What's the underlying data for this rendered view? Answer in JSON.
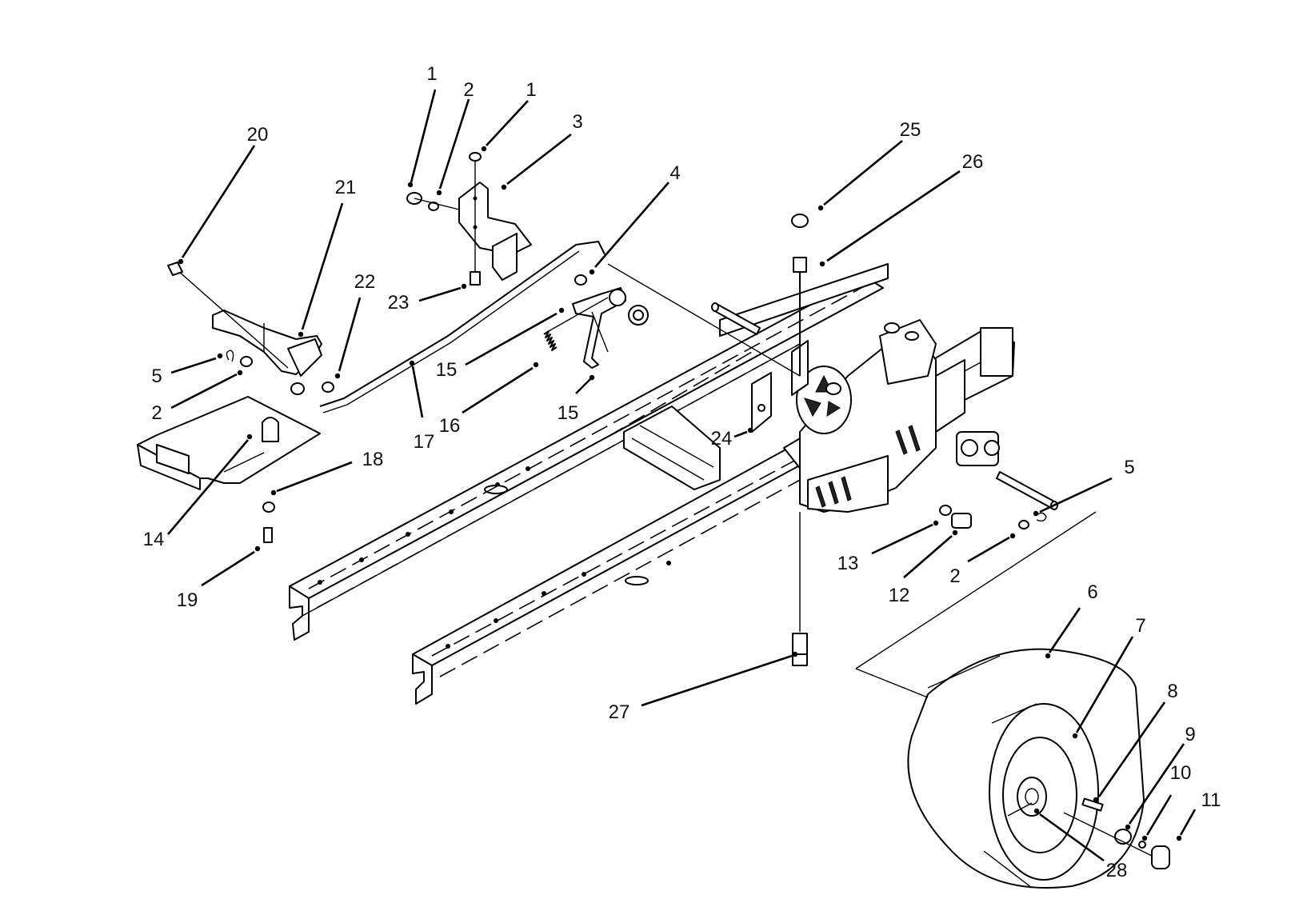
{
  "callouts": {
    "c1a": "1",
    "c2a": "2",
    "c1b": "1",
    "c3": "3",
    "c20": "20",
    "c21": "21",
    "c4": "4",
    "c25": "25",
    "c26": "26",
    "c22": "22",
    "c23": "23",
    "c5a": "5",
    "c15a": "15",
    "c2b": "2",
    "c16": "16",
    "c15b": "15",
    "c17": "17",
    "c24": "24",
    "c18": "18",
    "c14": "14",
    "c19": "19",
    "c5b": "5",
    "c13": "13",
    "c12": "12",
    "c2c": "2",
    "c6": "6",
    "c7": "7",
    "c8": "8",
    "c9": "9",
    "c10": "10",
    "c11": "11",
    "c27": "27",
    "c28": "28"
  }
}
